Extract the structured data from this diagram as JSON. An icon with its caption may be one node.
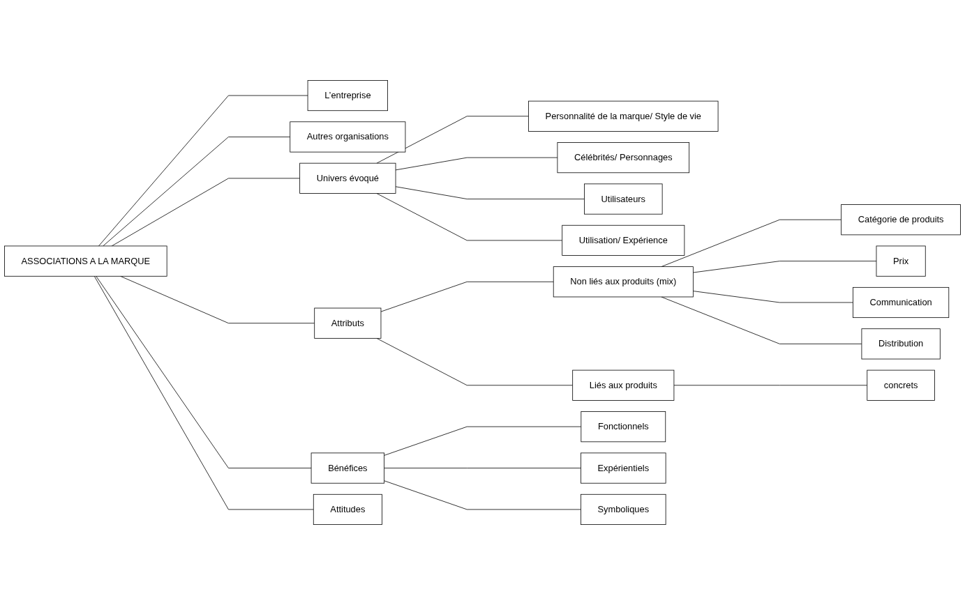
{
  "diagram": {
    "nodes": [
      {
        "text": [
          "ASSOCIATIONS A LA MARQUE"
        ]
      },
      {
        "text": [
          "L’entreprise"
        ]
      },
      {
        "text": [
          "Autres organisations"
        ]
      },
      {
        "text": [
          "Univers évoqué"
        ]
      },
      {
        "text": [
          "Personnalité de la marque/ Style de vie"
        ]
      },
      {
        "text": [
          "Célébrités/ Personnages"
        ]
      },
      {
        "text": [
          "Utilisateurs"
        ]
      },
      {
        "text": [
          "Utilisation/ Expérience"
        ]
      },
      {
        "text": [
          "Attributs"
        ]
      },
      {
        "text": [
          "Non liés aux produits (mix)"
        ]
      },
      {
        "text": [
          "Catégorie de produits"
        ]
      },
      {
        "text": [
          "Prix"
        ]
      },
      {
        "text": [
          "Communication"
        ]
      },
      {
        "text": [
          "Distribution"
        ]
      },
      {
        "text": [
          "Liés aux produits"
        ]
      },
      {
        "text": [
          "concrets"
        ]
      },
      {
        "text": [
          "Bénéfices"
        ]
      },
      {
        "text": [
          "Fonctionnels"
        ]
      },
      {
        "text": [
          "Expérientiels"
        ]
      },
      {
        "text": [
          "Symboliques"
        ]
      },
      {
        "text": [
          "Attitudes"
        ]
      }
    ],
    "edges": [
      {
        "from": 0,
        "to": 1,
        "arrow": "none"
      },
      {
        "from": 0,
        "to": 2,
        "arrow": "none"
      },
      {
        "from": 0,
        "to": 3,
        "arrow": "none"
      },
      {
        "from": 3,
        "to": 4,
        "arrow": "none"
      },
      {
        "from": 3,
        "to": 5,
        "arrow": "none"
      },
      {
        "from": 3,
        "to": 6,
        "arrow": "none"
      },
      {
        "from": 3,
        "to": 7,
        "arrow": "none"
      },
      {
        "from": 0,
        "to": 8,
        "arrow": "none"
      },
      {
        "from": 8,
        "to": 9,
        "arrow": "none"
      },
      {
        "from": 9,
        "to": 10,
        "arrow": "none"
      },
      {
        "from": 9,
        "to": 11,
        "arrow": "none"
      },
      {
        "from": 9,
        "to": 12,
        "arrow": "none"
      },
      {
        "from": 9,
        "to": 13,
        "arrow": "none"
      },
      {
        "from": 8,
        "to": 14,
        "arrow": "none"
      },
      {
        "from": 14,
        "to": 15,
        "arrow": "none"
      },
      {
        "from": 0,
        "to": 16,
        "arrow": "none"
      },
      {
        "from": 16,
        "to": 17,
        "arrow": "none"
      },
      {
        "from": 16,
        "to": 18,
        "arrow": "none"
      },
      {
        "from": 16,
        "to": 19,
        "arrow": "none"
      },
      {
        "from": 0,
        "to": 20,
        "arrow": "none"
      }
    ]
  }
}
